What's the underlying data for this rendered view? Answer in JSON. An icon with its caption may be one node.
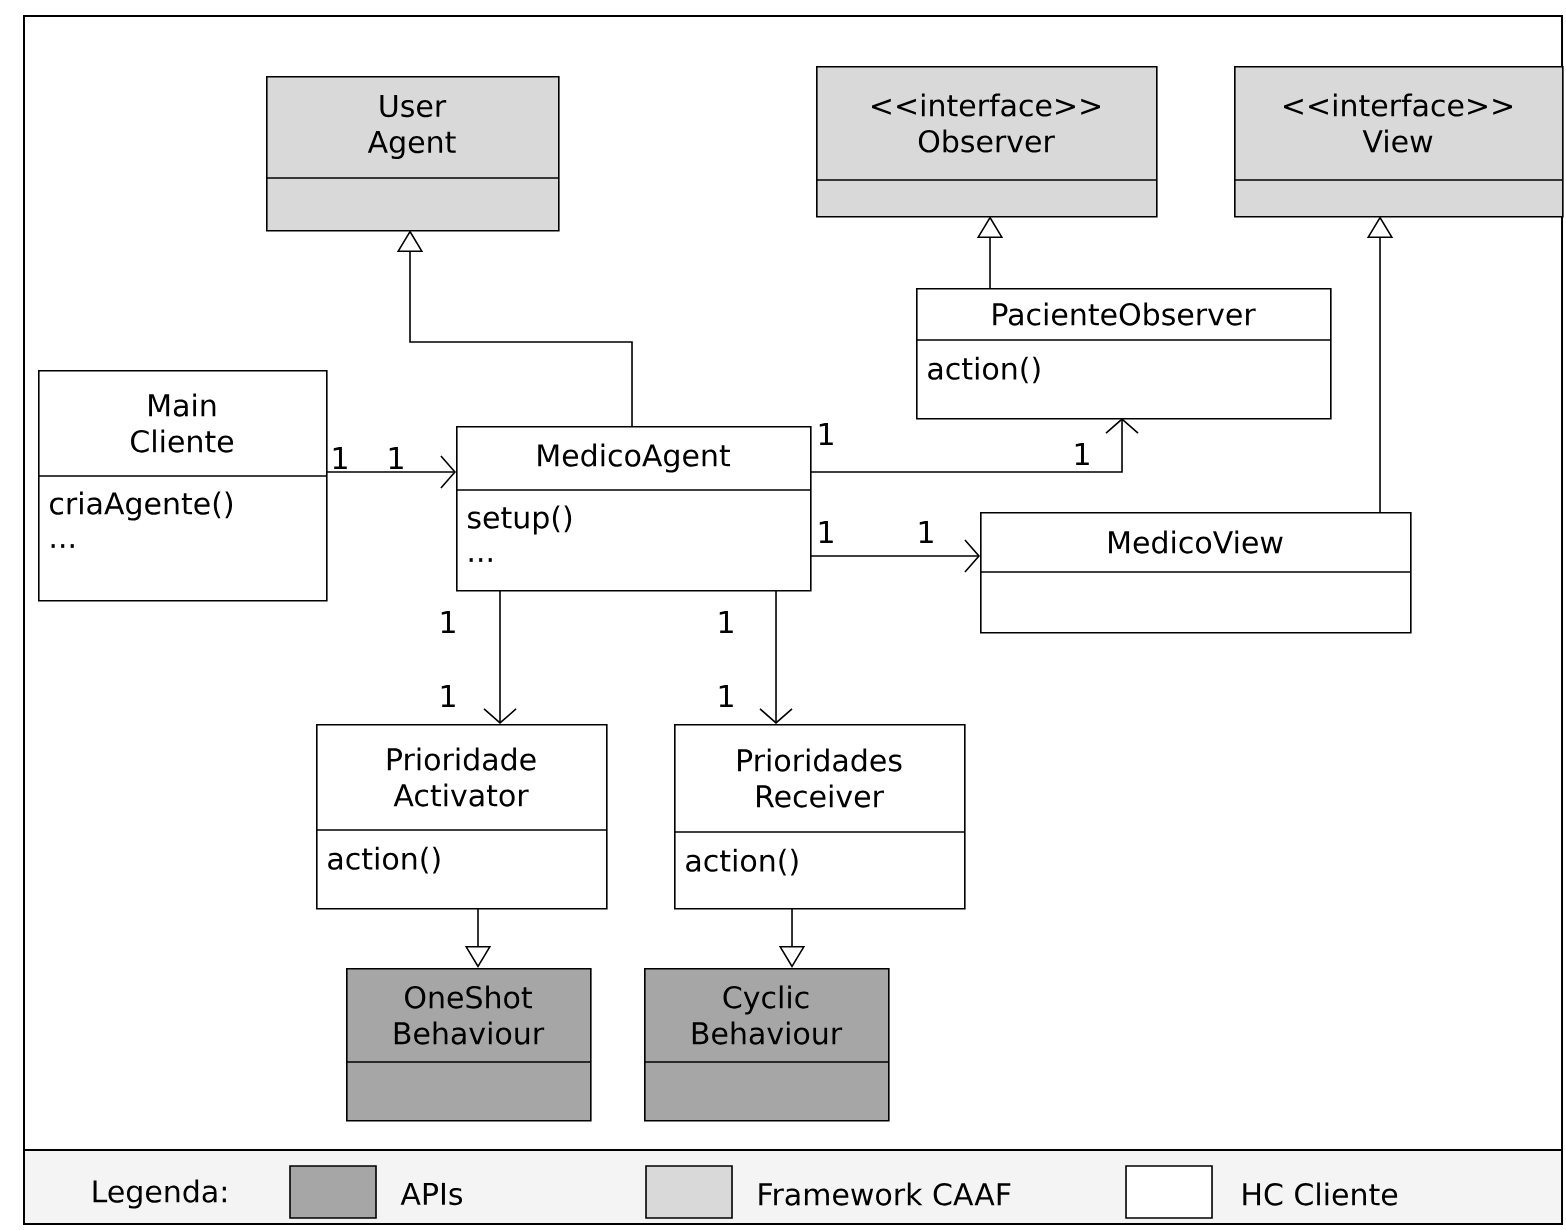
{
  "diagram": {
    "nodes": [
      {
        "text": [
          "User Agent"
        ]
      },
      {
        "text": [
          "<<interface>> Observer"
        ]
      },
      {
        "text": [
          "<<interface>> View"
        ]
      },
      {
        "text": [
          "PacienteObserver",
          "action()"
        ]
      },
      {
        "text": [
          "Main Cliente",
          "criaAgente()",
          "..."
        ]
      },
      {
        "text": [
          "MedicoAgent",
          "setup()",
          "..."
        ]
      },
      {
        "text": [
          "MedicoView"
        ]
      },
      {
        "text": [
          "Prioridade Activator",
          "action()"
        ]
      },
      {
        "text": [
          "Prioridades Receiver",
          "action()"
        ]
      },
      {
        "text": [
          "OneShot Behaviour"
        ]
      },
      {
        "text": [
          "Cyclic Behaviour"
        ]
      }
    ],
    "edges": [
      {
        "from": 5,
        "to": 0,
        "arrow": "to"
      },
      {
        "from": 3,
        "to": 1,
        "arrow": "to"
      },
      {
        "from": 6,
        "to": 2,
        "arrow": "to"
      },
      {
        "from": 4,
        "to": 5,
        "arrow": "to"
      },
      {
        "from": 5,
        "to": 3,
        "arrow": "to"
      },
      {
        "from": 5,
        "to": 6,
        "arrow": "to"
      },
      {
        "from": 5,
        "to": 7,
        "arrow": "to"
      },
      {
        "from": 5,
        "to": 8,
        "arrow": "to"
      },
      {
        "from": 7,
        "to": 9,
        "arrow": "to"
      },
      {
        "from": 8,
        "to": 10,
        "arrow": "to"
      }
    ],
    "labels": [
      "1",
      "1",
      "1",
      "1",
      "1",
      "1",
      "1",
      "1",
      "1",
      "1",
      "Legenda:"
    ],
    "legend": [
      {
        "text": "APIs",
        "color": "#a6a6a6"
      },
      {
        "text": "Framework CAAF",
        "color": "#d9d9d9"
      },
      {
        "text": "HC Cliente",
        "color": "#ffffff"
      }
    ]
  }
}
